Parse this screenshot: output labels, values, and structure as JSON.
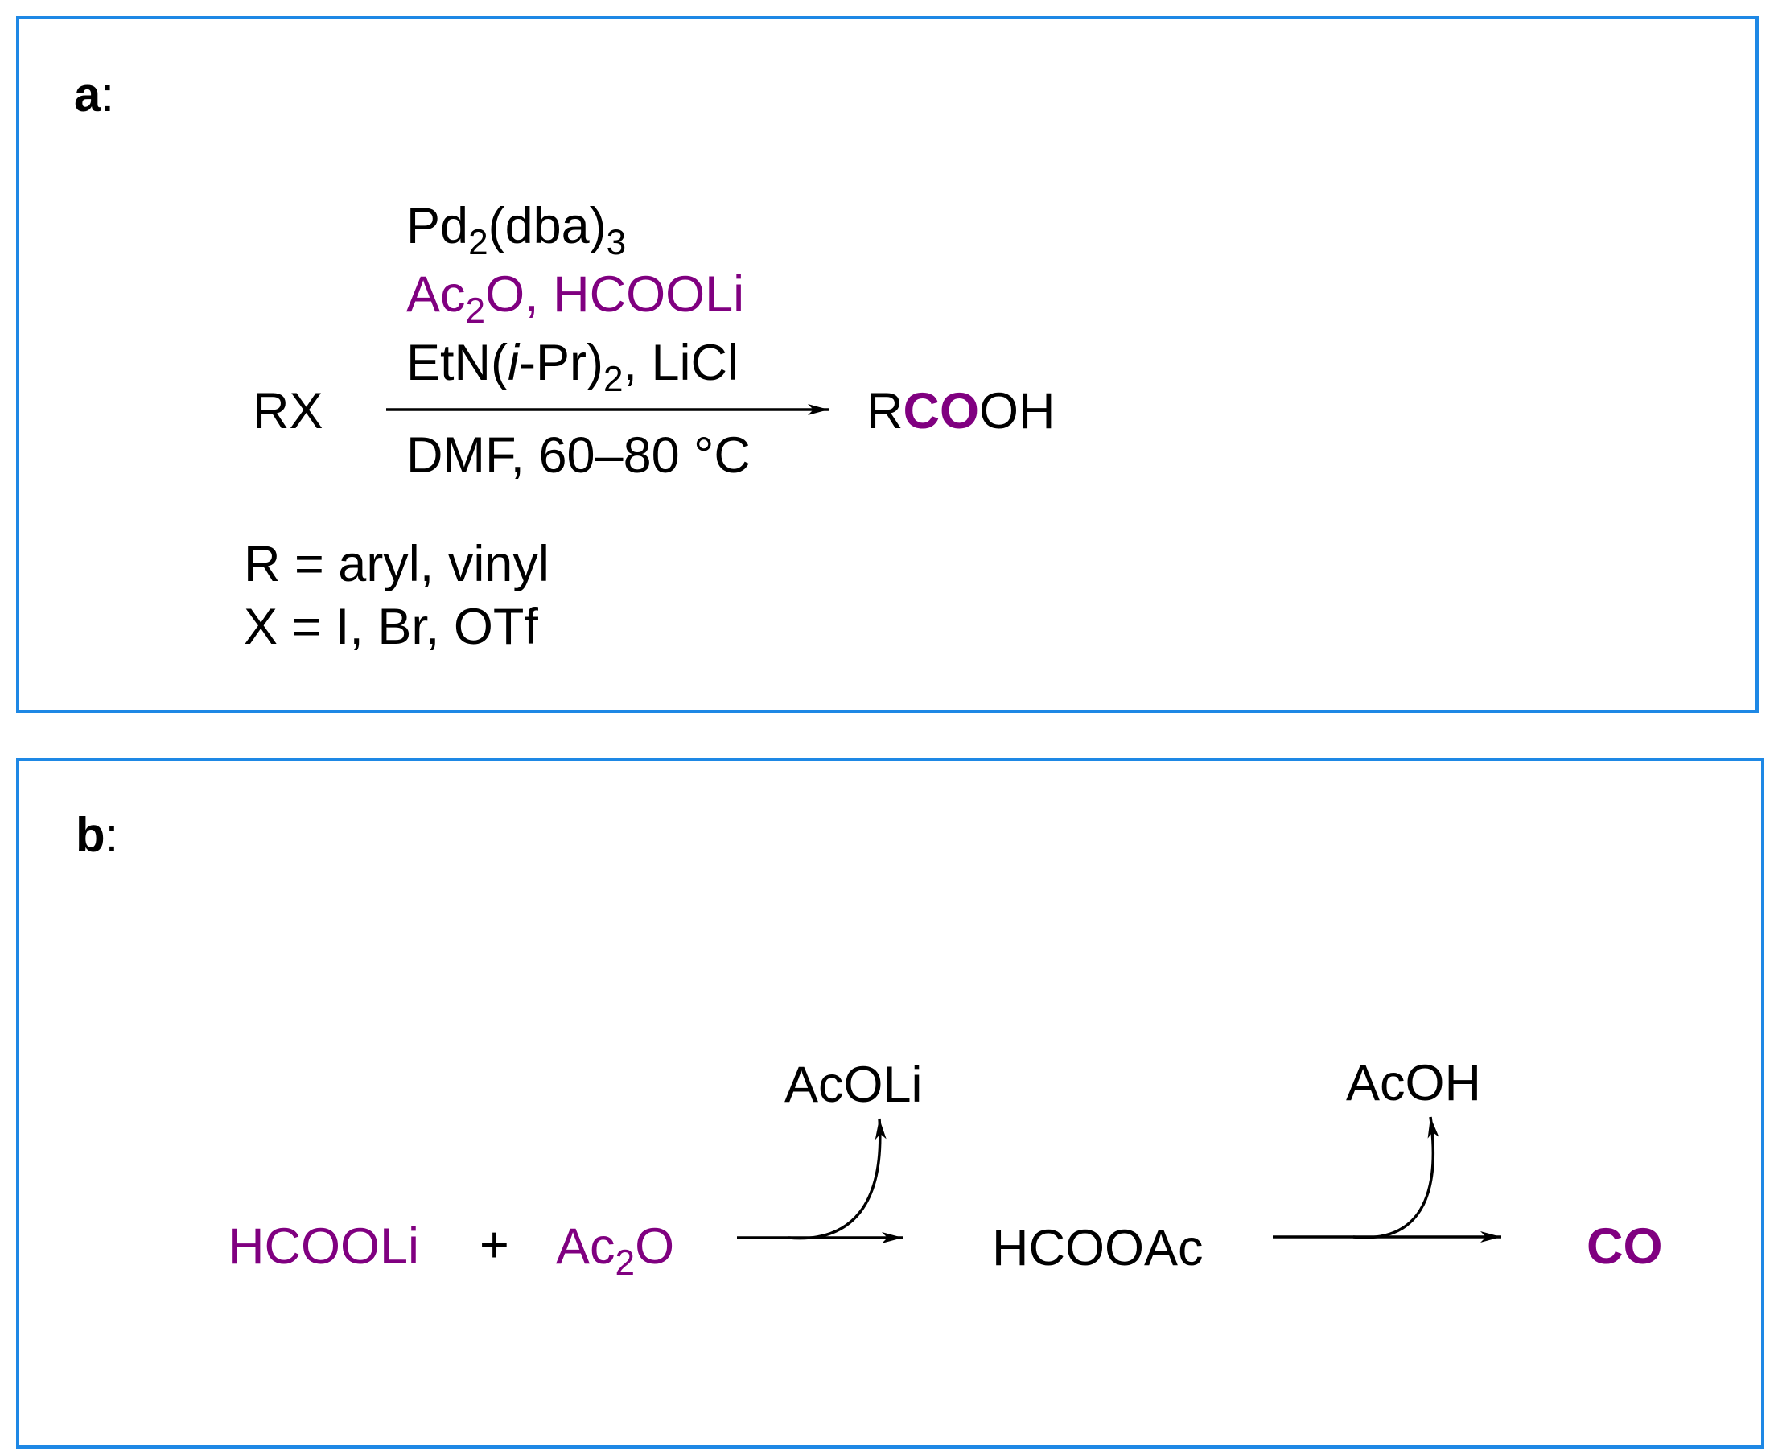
{
  "colors": {
    "border": "#1e88e5",
    "highlight": "#800080",
    "text": "#000000"
  },
  "panel_a": {
    "label": "a",
    "label_suffix": ":",
    "reactant": "RX",
    "conditions": {
      "line1": {
        "text": "Pd",
        "sub1": "2",
        "mid": "(dba)",
        "sub2": "3"
      },
      "line2": {
        "text": "Ac",
        "sub": "2",
        "rest": "O, HCOOLi"
      },
      "line3": {
        "text1": "EtN(",
        "italic": "i",
        "text2": "-Pr)",
        "sub": "2",
        "rest": ", LiCl"
      },
      "below": "DMF,  60–80 °C"
    },
    "product": {
      "pre": "R",
      "bold": "CO",
      "post": "OH"
    },
    "scope": {
      "line1": "R = aryl, vinyl",
      "line2": "X = I, Br,  OTf"
    }
  },
  "panel_b": {
    "label": "b",
    "label_suffix": ":",
    "reactant1": "HCOOLi",
    "plus": "+",
    "reactant2": {
      "text": "Ac",
      "sub": "2",
      "rest": "O"
    },
    "byproduct1": "AcOLi",
    "intermediate": "HCOOAc",
    "byproduct2": "AcOH",
    "product": "CO"
  }
}
